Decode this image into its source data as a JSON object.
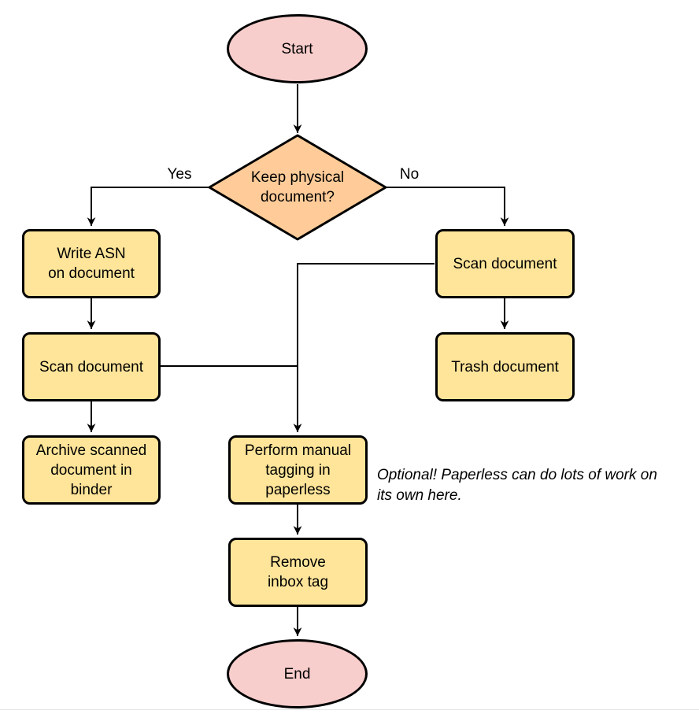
{
  "page": {
    "background": "#ffffff"
  },
  "diagram": {
    "colors": {
      "page_background": "#ffffff",
      "terminal_fill": "#f8cecc",
      "decision_fill": "#ffcc99",
      "process_fill": "#ffe59a",
      "stroke": "#000000",
      "footer_divider": "#e6e6e6"
    },
    "nodes": {
      "start": {
        "label": "Start",
        "type": "terminal"
      },
      "decision": {
        "label": "Keep physical\ndocument?",
        "type": "decision"
      },
      "write_asn": {
        "label": "Write ASN\non document",
        "type": "process"
      },
      "scan_left": {
        "label": "Scan document",
        "type": "process"
      },
      "archive": {
        "label": "Archive scanned\ndocument in\nbinder",
        "type": "process"
      },
      "scan_right": {
        "label": "Scan document",
        "type": "process"
      },
      "trash": {
        "label": "Trash document",
        "type": "process"
      },
      "tagging": {
        "label": "Perform manual\ntagging in\npaperless",
        "type": "process"
      },
      "remove_inbox": {
        "label": "Remove\ninbox tag",
        "type": "process"
      },
      "end": {
        "label": "End",
        "type": "terminal"
      }
    },
    "edge_labels": {
      "yes": "Yes",
      "no": "No"
    },
    "annotation": "Optional! Paperless can do lots of work on\nits own here."
  }
}
